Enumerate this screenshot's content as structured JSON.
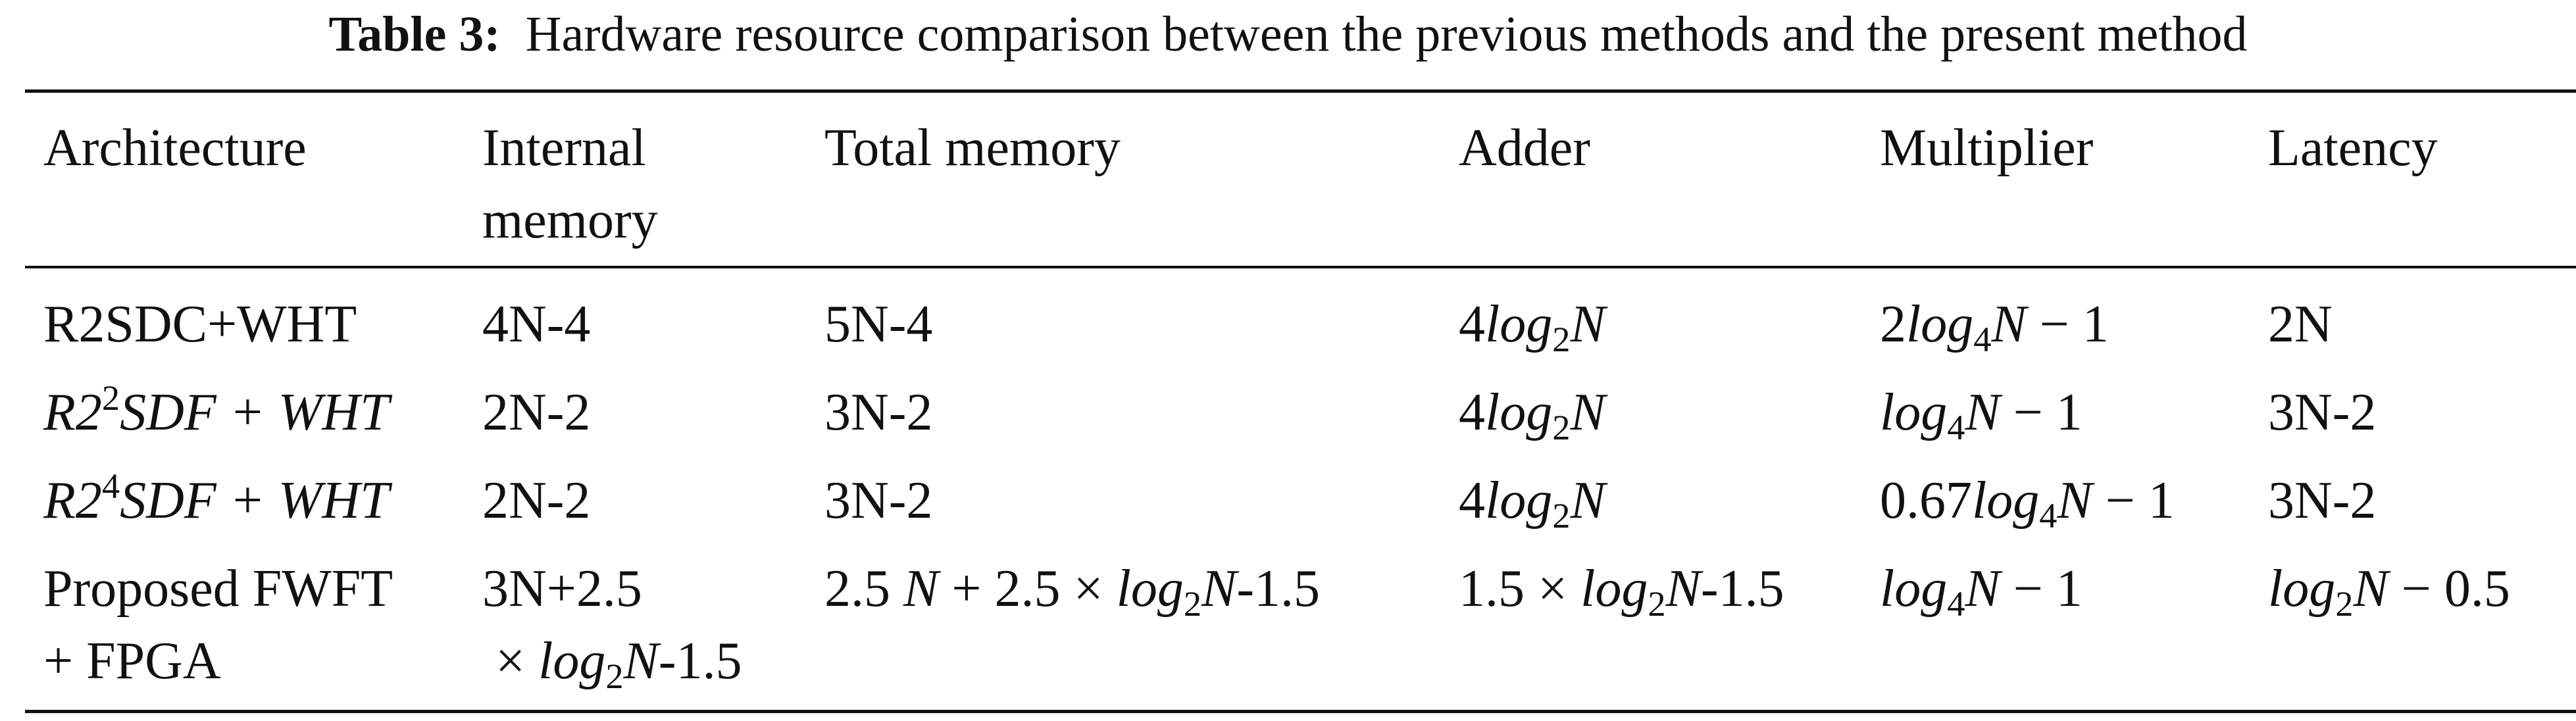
{
  "caption": {
    "label": "Table 3:",
    "text": "Hardware resource comparison between the previous methods and the present method"
  },
  "table": {
    "headers": [
      [
        "Architecture"
      ],
      [
        "Internal",
        "memory"
      ],
      [
        "Total memory"
      ],
      [
        "Adder"
      ],
      [
        "Multiplier"
      ],
      [
        "Latency"
      ]
    ],
    "rows": [
      {
        "architecture": "R2SDC+WHT",
        "internal_memory": "4N-4",
        "total_memory": "5N-4",
        "adder": {
          "coef": "4",
          "log": "log",
          "base": "2",
          "var": "N"
        },
        "multiplier": {
          "coef": "2",
          "log": "log",
          "base": "4",
          "var": "N",
          "rest": " − 1"
        },
        "latency": "2N"
      },
      {
        "architecture": {
          "a": "R2",
          "exp": "2",
          "b": "SDF + WHT"
        },
        "internal_memory": "2N-2",
        "total_memory": "3N-2",
        "adder": {
          "coef": "4",
          "log": "log",
          "base": "2",
          "var": "N"
        },
        "multiplier": {
          "coef": "",
          "log": "log",
          "base": "4",
          "var": "N",
          "rest": " − 1"
        },
        "latency": "3N-2"
      },
      {
        "architecture": {
          "a": "R2",
          "exp": "4",
          "b": "SDF + WHT"
        },
        "internal_memory": "2N-2",
        "total_memory": "3N-2",
        "adder": {
          "coef": "4",
          "log": "log",
          "base": "2",
          "var": "N"
        },
        "multiplier": {
          "coef": "0.67",
          "log": "log",
          "base": "4",
          "var": "N",
          "rest": " − 1"
        },
        "latency": "3N-2"
      },
      {
        "architecture": [
          "Proposed FWFT",
          "+ FPGA"
        ],
        "internal_memory": {
          "line1": "3N+2.5",
          "times": "× ",
          "log": "log",
          "base": "2",
          "var": "N",
          "rest": "-1.5"
        },
        "total_memory": {
          "pre": "2.5 ",
          "n": "N",
          "mid": " + 2.5 × ",
          "log": "log",
          "base": "2",
          "var": "N",
          "rest": "-1.5"
        },
        "adder": {
          "pre": "1.5 × ",
          "log": "log",
          "base": "2",
          "var": "N",
          "rest": "-1.5"
        },
        "multiplier": {
          "log": "log",
          "base": "4",
          "var": "N",
          "rest": " − 1"
        },
        "latency": {
          "log": "log",
          "base": "2",
          "var": "N",
          "rest": " − 0.5"
        }
      }
    ]
  }
}
